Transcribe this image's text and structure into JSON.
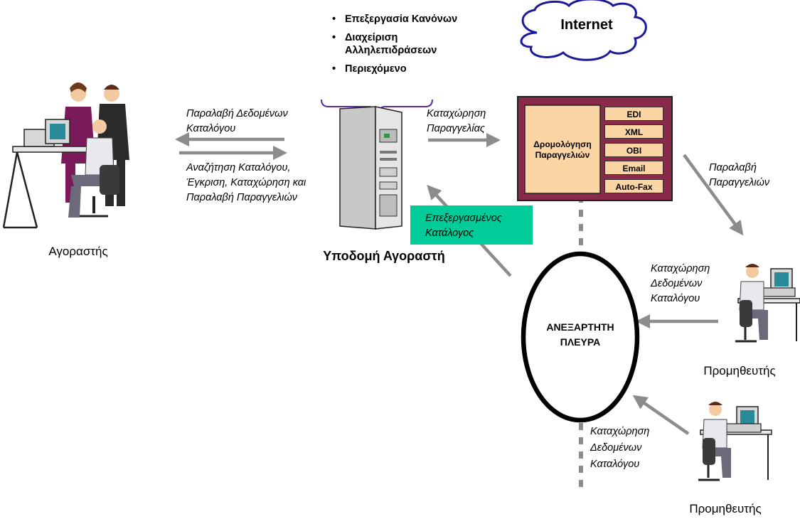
{
  "buyer": {
    "caption": "Αγοραστής"
  },
  "messages": {
    "receive_catalog_data": "Παραλαβή Δεδομένων Καταλόγου",
    "search_catalogs": "Αναζήτηση Καταλόγου, Έγκριση, Καταχώρηση και Παραλαβή Παραγγελιών",
    "order_entry": "Καταχώρηση Παραγγελίας",
    "receive_orders": "Παραλαβή Παραγγελιών",
    "processed_catalog": "Επεξεργασμένος Κατάλογος",
    "supplier_entry_1": "Καταχώρηση Δεδομένων Καταλόγου",
    "supplier_entry_2": "Καταχώρηση Δεδομένων Καταλόγου"
  },
  "infrastructure": {
    "bullets": [
      "Επεξεργασία Κανόνων",
      "Διαχείριση Αλληλεπιδράσεων",
      "Περιεχόμενο"
    ],
    "caption": "Υποδομή Αγοραστή"
  },
  "internet": {
    "label": "Internet"
  },
  "routing": {
    "label": "Δρομολόγηση Παραγγελιών",
    "formats": [
      "EDI",
      "XML",
      "OBI",
      "Email",
      "Auto-Fax"
    ]
  },
  "hub": {
    "label": "ΑΝΕΞΑΡΤΗΤΗ ΠΛΕΥΡΑ"
  },
  "suppliers": [
    {
      "caption": "Προμηθευτής"
    },
    {
      "caption": "Προμηθευτής"
    }
  ],
  "colors": {
    "arrow": "#8c8c8c",
    "router_frame": "#8a2a4a",
    "router_fill": "#fcd5a4",
    "catalog_box": "#00cc99"
  }
}
